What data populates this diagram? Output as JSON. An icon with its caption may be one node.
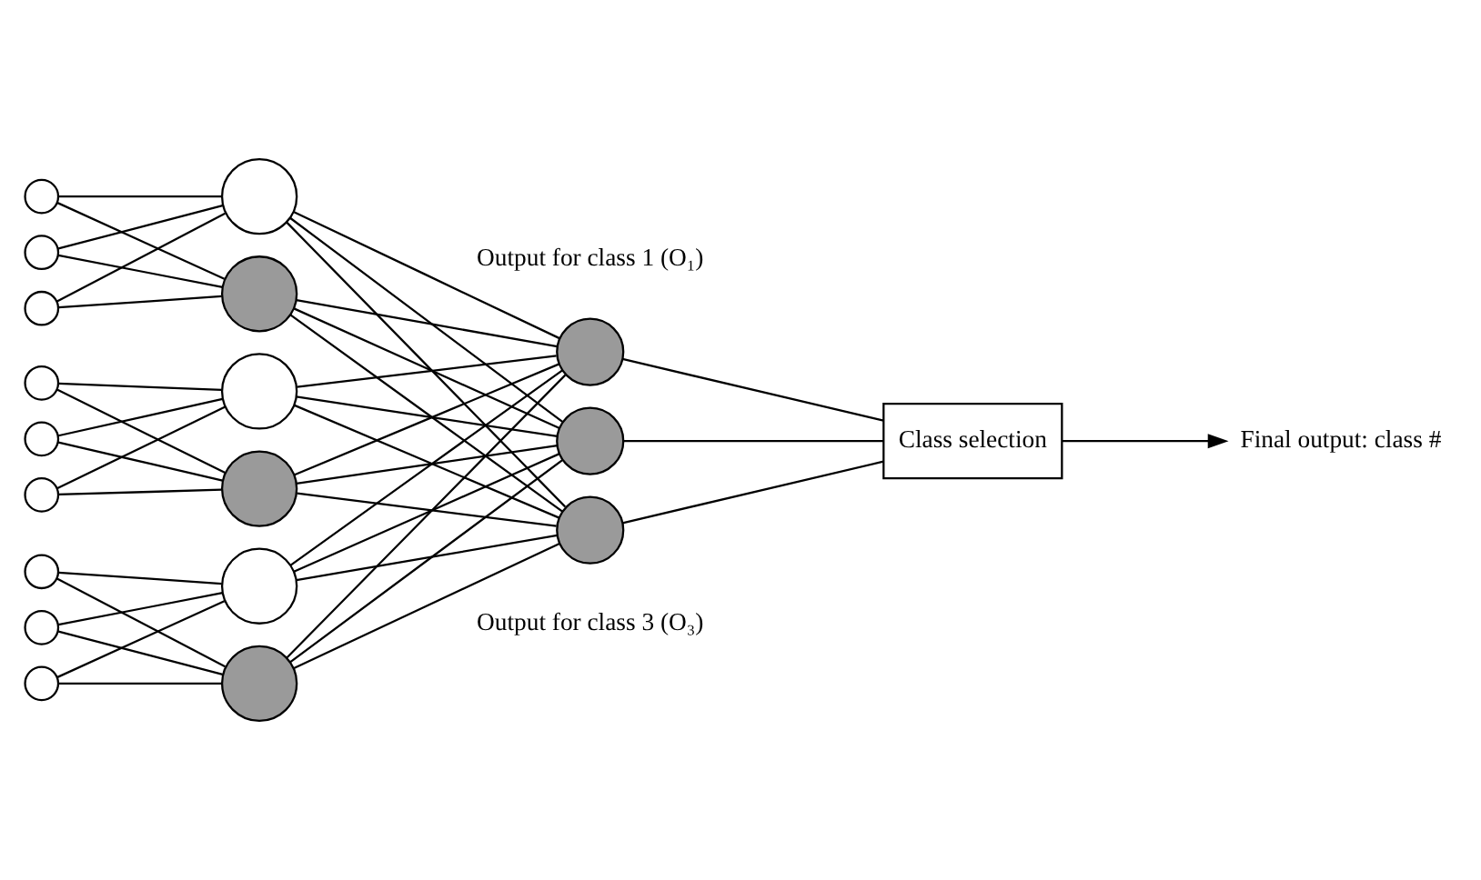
{
  "diagram": {
    "nodes": [
      {
        "text": [],
        "shape": "circle"
      },
      {
        "text": [],
        "shape": "circle"
      },
      {
        "text": [],
        "shape": "circle"
      },
      {
        "text": [],
        "shape": "circle"
      },
      {
        "text": [],
        "shape": "circle"
      },
      {
        "text": [],
        "shape": "circle"
      },
      {
        "text": [],
        "shape": "circle"
      },
      {
        "text": [],
        "shape": "circle"
      },
      {
        "text": [],
        "shape": "circle"
      },
      {
        "text": [],
        "shape": "circle"
      },
      {
        "text": [],
        "shape": "circle"
      },
      {
        "text": [],
        "shape": "circle"
      },
      {
        "text": [],
        "shape": "circle"
      },
      {
        "text": [],
        "shape": "circle"
      },
      {
        "text": [],
        "shape": "circle"
      },
      {
        "text": [],
        "shape": "circle",
        "beside": [
          "Output for class 1 (O₁)"
        ]
      },
      {
        "text": [],
        "shape": "circle"
      },
      {
        "text": [],
        "shape": "circle",
        "beside": [
          "Output for class 3 (O₃)"
        ]
      },
      {
        "text": [
          "Class selection"
        ]
      },
      {
        "text": [
          "Final output: class #"
        ]
      }
    ],
    "edges": [
      {
        "from": 0,
        "to": 9,
        "arrow": "none"
      },
      {
        "from": 0,
        "to": 10,
        "arrow": "none"
      },
      {
        "from": 1,
        "to": 9,
        "arrow": "none"
      },
      {
        "from": 1,
        "to": 10,
        "arrow": "none"
      },
      {
        "from": 2,
        "to": 9,
        "arrow": "none"
      },
      {
        "from": 2,
        "to": 10,
        "arrow": "none"
      },
      {
        "from": 3,
        "to": 11,
        "arrow": "none"
      },
      {
        "from": 3,
        "to": 12,
        "arrow": "none"
      },
      {
        "from": 4,
        "to": 11,
        "arrow": "none"
      },
      {
        "from": 4,
        "to": 12,
        "arrow": "none"
      },
      {
        "from": 5,
        "to": 11,
        "arrow": "none"
      },
      {
        "from": 5,
        "to": 12,
        "arrow": "none"
      },
      {
        "from": 6,
        "to": 13,
        "arrow": "none"
      },
      {
        "from": 6,
        "to": 14,
        "arrow": "none"
      },
      {
        "from": 7,
        "to": 13,
        "arrow": "none"
      },
      {
        "from": 7,
        "to": 14,
        "arrow": "none"
      },
      {
        "from": 8,
        "to": 13,
        "arrow": "none"
      },
      {
        "from": 8,
        "to": 14,
        "arrow": "none"
      },
      {
        "from": 9,
        "to": 15,
        "arrow": "none"
      },
      {
        "from": 9,
        "to": 16,
        "arrow": "none"
      },
      {
        "from": 9,
        "to": 17,
        "arrow": "none"
      },
      {
        "from": 10,
        "to": 15,
        "arrow": "none"
      },
      {
        "from": 10,
        "to": 16,
        "arrow": "none"
      },
      {
        "from": 10,
        "to": 17,
        "arrow": "none"
      },
      {
        "from": 11,
        "to": 15,
        "arrow": "none"
      },
      {
        "from": 11,
        "to": 16,
        "arrow": "none"
      },
      {
        "from": 11,
        "to": 17,
        "arrow": "none"
      },
      {
        "from": 12,
        "to": 15,
        "arrow": "none"
      },
      {
        "from": 12,
        "to": 16,
        "arrow": "none"
      },
      {
        "from": 12,
        "to": 17,
        "arrow": "none"
      },
      {
        "from": 13,
        "to": 15,
        "arrow": "none"
      },
      {
        "from": 13,
        "to": 16,
        "arrow": "none"
      },
      {
        "from": 13,
        "to": 17,
        "arrow": "none"
      },
      {
        "from": 14,
        "to": 15,
        "arrow": "none"
      },
      {
        "from": 14,
        "to": 16,
        "arrow": "none"
      },
      {
        "from": 14,
        "to": 17,
        "arrow": "none"
      },
      {
        "from": 15,
        "to": 18,
        "arrow": "none"
      },
      {
        "from": 16,
        "to": 18,
        "arrow": "none"
      },
      {
        "from": 17,
        "to": 18,
        "arrow": "none"
      },
      {
        "from": 18,
        "to": 19,
        "arrow": "to"
      }
    ]
  }
}
